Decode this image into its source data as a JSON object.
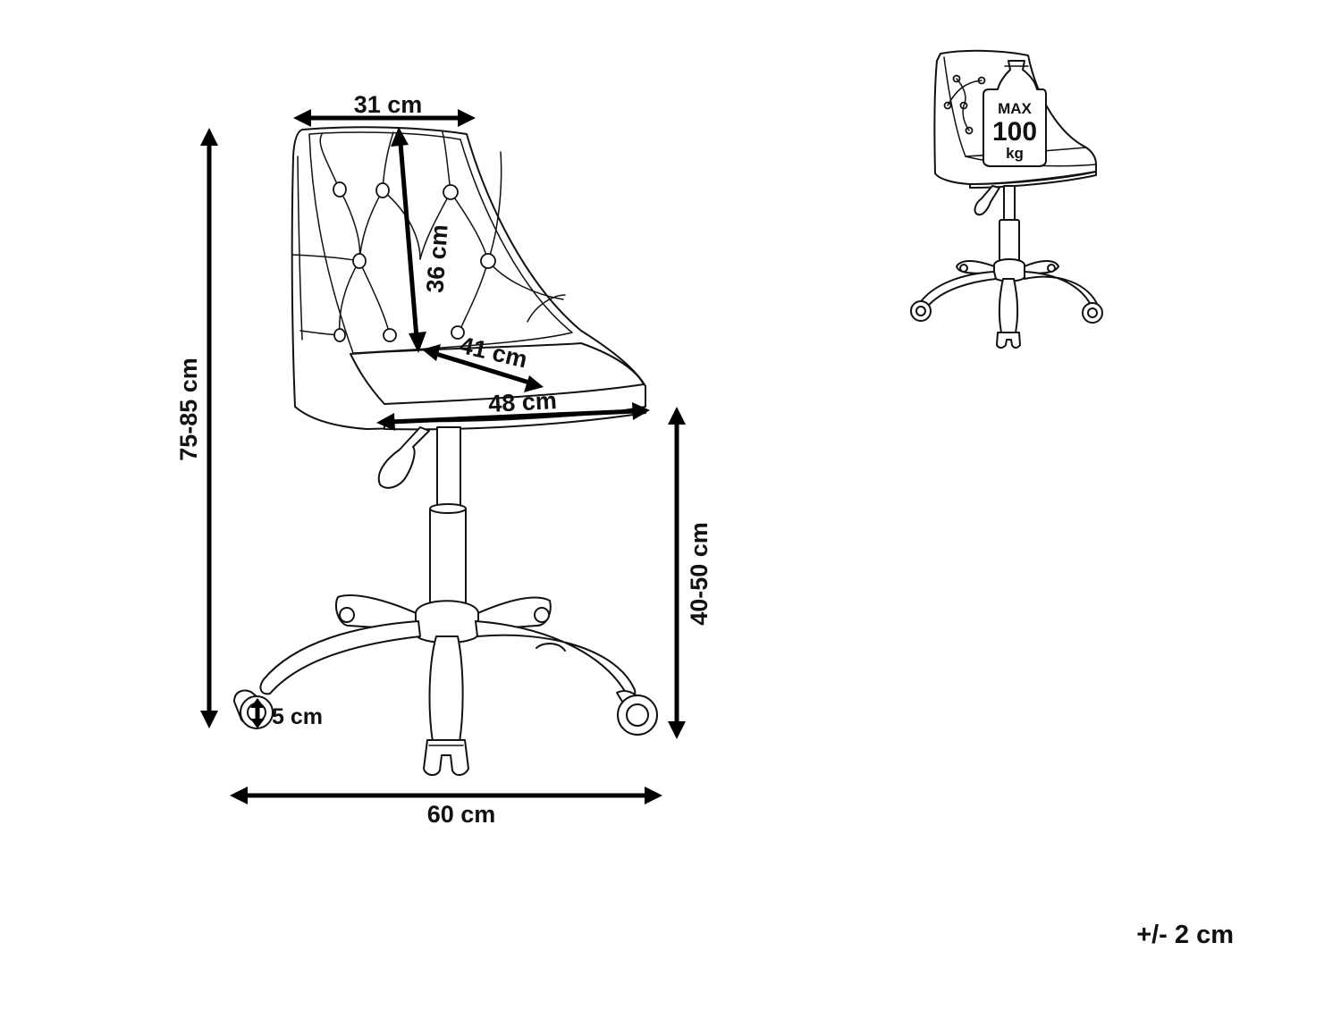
{
  "dimensions": {
    "backrest_width": "31 cm",
    "backrest_height": "36 cm",
    "seat_depth": "41 cm",
    "seat_width": "48 cm",
    "total_height": "75-85 cm",
    "seat_height": "40-50 cm",
    "wheel_diameter": "5 cm",
    "base_width": "60 cm"
  },
  "load": {
    "max_label": "MAX",
    "value": "100",
    "unit": "kg"
  },
  "tolerance": "+/- 2 cm"
}
